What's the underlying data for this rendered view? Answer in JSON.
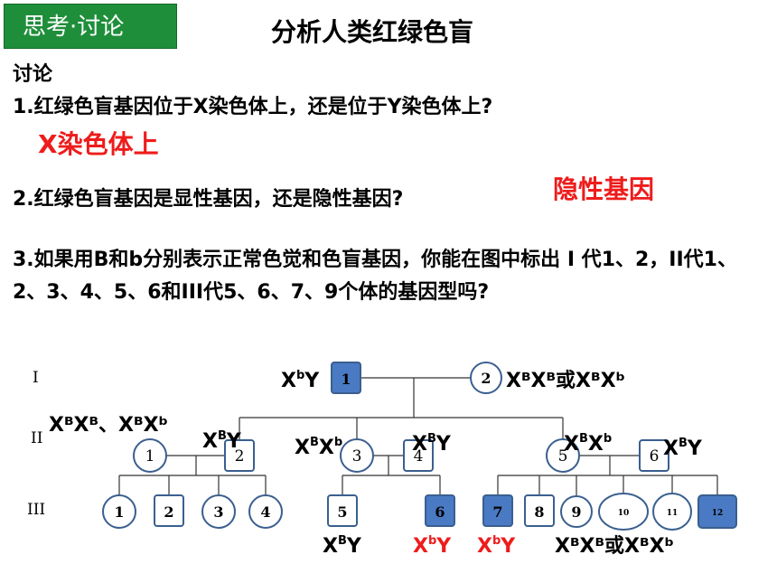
{
  "badge": "思考·讨论",
  "title": "分析人类红绿色盲",
  "discussion": {
    "heading": "讨论",
    "q1": "1.红绿色盲基因位于X染色体上，还是位于Y染色体上?",
    "a1": "X染色体上",
    "q2": "2.红绿色盲基因是显性基因，还是隐性基因?",
    "a2": "隐性基因",
    "q3": "3.如果用B和b分别表示正常色觉和色盲基因，你能在图中标出 I 代1、2，II代1、2、3、4、5、6和III代5、6、7、9个体的基因型吗?"
  },
  "pedigree": {
    "generations": [
      "I",
      "II",
      "III"
    ],
    "colors": {
      "affected": "#4a7ac4",
      "stroke": "#3a5f8f",
      "red": "#ee1c1c"
    },
    "individuals": {
      "I1": {
        "label": "1",
        "sex": "male",
        "affected": true
      },
      "I2": {
        "label": "2",
        "sex": "female",
        "affected": false
      },
      "II1": {
        "label": "1",
        "sex": "female",
        "affected": false
      },
      "II2": {
        "label": "2",
        "sex": "male",
        "affected": false
      },
      "II3": {
        "label": "3",
        "sex": "female",
        "affected": false
      },
      "II4": {
        "label": "4",
        "sex": "male",
        "affected": false
      },
      "II5": {
        "label": "5",
        "sex": "female",
        "affected": false
      },
      "II6": {
        "label": "6",
        "sex": "male",
        "affected": false
      },
      "III1": {
        "label": "1",
        "sex": "female",
        "affected": false
      },
      "III2": {
        "label": "2",
        "sex": "male",
        "affected": false
      },
      "III3": {
        "label": "3",
        "sex": "female",
        "affected": false
      },
      "III4": {
        "label": "4",
        "sex": "female",
        "affected": false
      },
      "III5": {
        "label": "5",
        "sex": "male",
        "affected": false
      },
      "III6": {
        "label": "6",
        "sex": "male",
        "affected": true
      },
      "III7": {
        "label": "7",
        "sex": "male",
        "affected": true
      },
      "III8": {
        "label": "8",
        "sex": "male",
        "affected": false
      },
      "III9": {
        "label": "9",
        "sex": "female",
        "affected": false
      },
      "III10": {
        "label": "10",
        "sex": "female",
        "affected": false
      },
      "III11": {
        "label": "11",
        "sex": "female",
        "affected": false
      },
      "III12": {
        "label": "12",
        "sex": "male",
        "affected": true
      }
    },
    "genotypes": {
      "I1": {
        "base1": "X",
        "sup1": "b",
        "base2": "Y"
      },
      "I2": {
        "text": "XᴮXᴮ或XᴮXᵇ"
      },
      "II1": {
        "text": "XᴮXᴮ、XᴮXᵇ"
      },
      "II2": {
        "base1": "X",
        "sup1": "B",
        "base2": "Y"
      },
      "II3": {
        "base1": "X",
        "sup1": "B",
        "base2": "X",
        "sup2": "b"
      },
      "II4": {
        "base1": "X",
        "sup1": "B",
        "base2": "Y"
      },
      "II5": {
        "base1": "X",
        "sup1": "B",
        "base2": "X",
        "sup2": "b"
      },
      "II6": {
        "base1": "X",
        "sup1": "B",
        "base2": "Y"
      },
      "III5": {
        "base1": "X",
        "sup1": "B",
        "base2": "Y"
      },
      "III6": {
        "base1": "X",
        "sup1": "b",
        "base2": "Y"
      },
      "III7": {
        "base1": "X",
        "sup1": "b",
        "base2": "Y"
      },
      "III9": {
        "text": "XᴮXᴮ或XᴮXᵇ"
      }
    }
  }
}
